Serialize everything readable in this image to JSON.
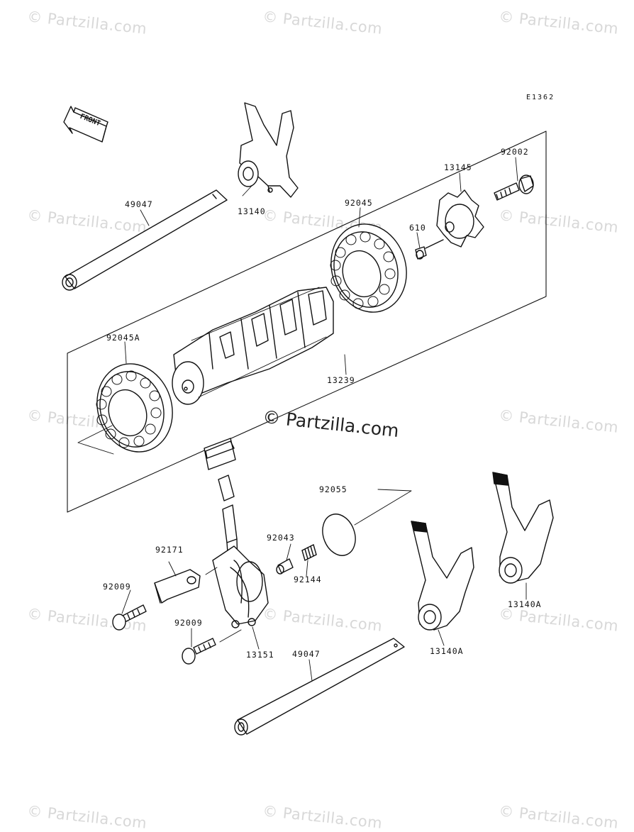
{
  "diagram": {
    "code": "E1362",
    "front_label": "FRONT",
    "watermark": "© Partzilla.com",
    "center_watermark": "© Partzilla.com",
    "part_labels": {
      "shaft_top": "49047",
      "fork_top": "13140",
      "bearing_right": "92045",
      "stopper": "13145",
      "bolt_top": "92002",
      "pin": "610",
      "bearing_left": "92045A",
      "drum": "13239",
      "oring": "92055",
      "plunger": "92043",
      "spring": "92144",
      "plate": "92171",
      "bolt_left": "92009",
      "bolt_mid": "92009",
      "lever": "13151",
      "shaft_bottom": "49047",
      "fork_mid": "13140A",
      "fork_right": "13140A"
    }
  }
}
